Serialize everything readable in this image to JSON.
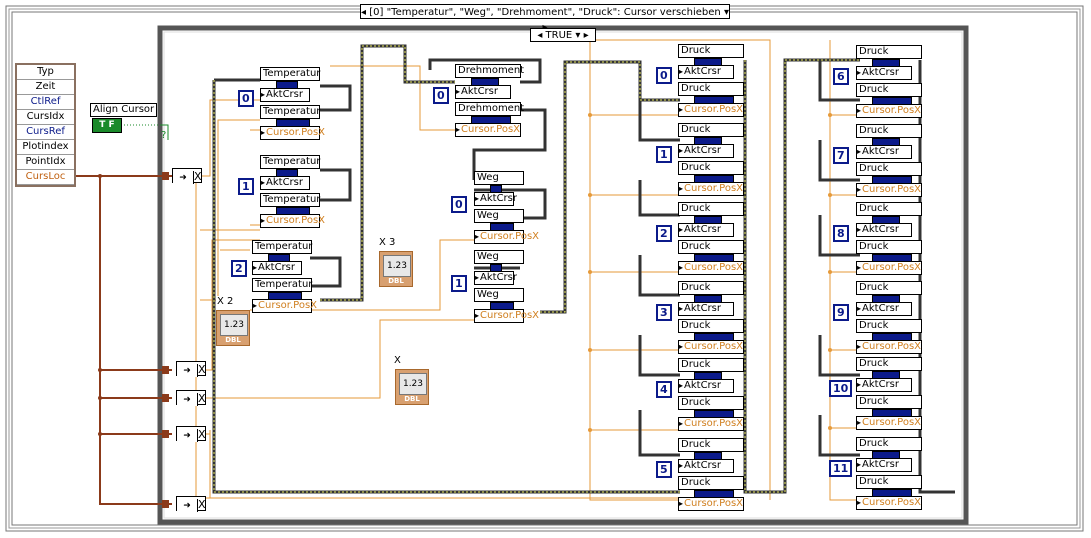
{
  "structure": {
    "selector_label": "[0] \"Temperatur\", \"Weg\", \"Drehmoment\", \"Druck\": Cursor verschieben",
    "case_label": "TRUE"
  },
  "bundle": [
    "Typ",
    "Zeit",
    "CtlRef",
    "CursIdx",
    "CursRef",
    "Plotindex",
    "PointIdx",
    "CursLoc"
  ],
  "align_cursor": {
    "label": "Align Cursor",
    "value": "T F"
  },
  "question_mark": "?",
  "x_labels": [
    "X 2",
    "X 3",
    "X"
  ],
  "dbl": {
    "value": "1.23",
    "unit": "DBL"
  },
  "temperatur": {
    "name": "Temperatur",
    "akt": "AktCrsr",
    "posx": "Cursor.PosX",
    "indices": [
      "0",
      "1",
      "2"
    ]
  },
  "drehmoment": {
    "name": "Drehmoment",
    "akt": "AktCrsr",
    "posx": "Cursor.PosX",
    "indices": [
      "0"
    ]
  },
  "weg": {
    "name": "Weg",
    "akt": "AktCrsr",
    "posx": "Cursor.PosX",
    "indices": [
      "0",
      "1"
    ]
  },
  "druck_left": {
    "name": "Druck",
    "akt": "AktCrsr",
    "posx": "Cursor.PosX",
    "indices": [
      "0",
      "1",
      "2",
      "3",
      "4",
      "5"
    ]
  },
  "druck_right": {
    "name": "Druck",
    "akt": "AktCrsr",
    "posx": "Cursor.PosX",
    "indices": [
      "6",
      "7",
      "8",
      "9",
      "10",
      "11"
    ]
  },
  "unbundle_x": "X",
  "colors": {
    "wire_orange": "#e69a3a",
    "wire_brown": "#8b3a1a",
    "frame_gray": "#c8c8c8",
    "blue": "#0b1a8a",
    "frame_yellow": "#e8e860"
  }
}
